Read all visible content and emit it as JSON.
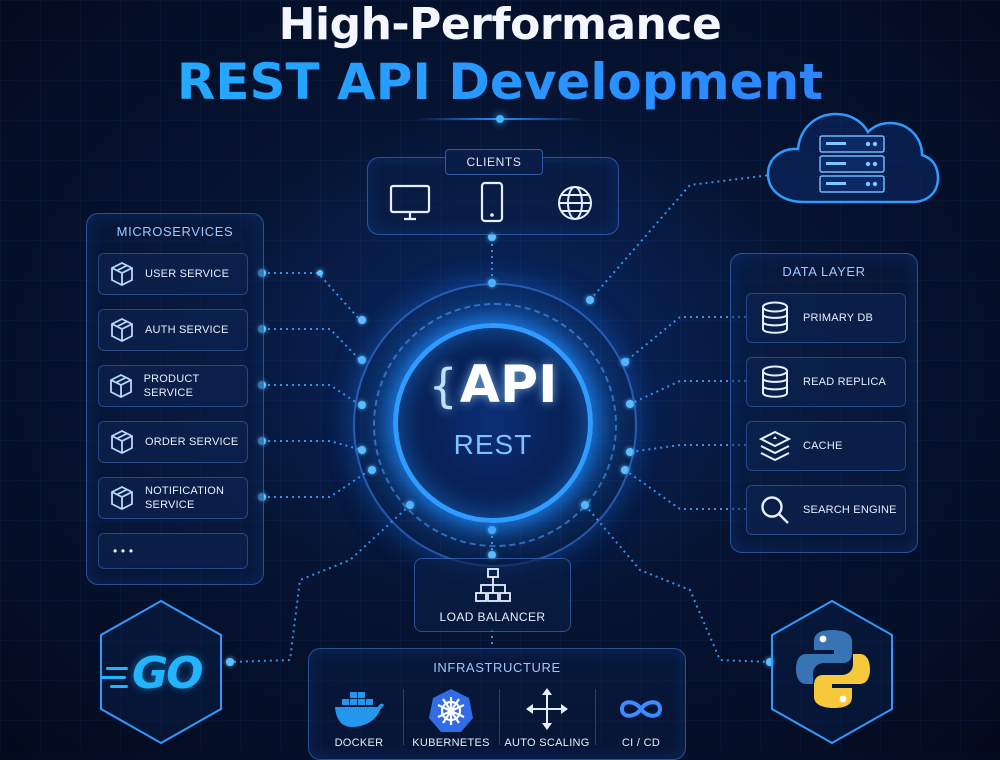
{
  "header": {
    "title_line1": "High-Performance",
    "title_line2": "REST API Development"
  },
  "clients": {
    "title": "CLIENTS",
    "icons": [
      "desktop-icon",
      "smartphone-icon",
      "globe-icon"
    ]
  },
  "microservices": {
    "title": "MICROSERVICES",
    "items": [
      {
        "label": "USER SERVICE",
        "icon": "cube-icon"
      },
      {
        "label": "AUTH SERVICE",
        "icon": "cube-icon"
      },
      {
        "label": "PRODUCT SERVICE",
        "icon": "cube-icon"
      },
      {
        "label": "ORDER SERVICE",
        "icon": "cube-icon"
      },
      {
        "label": "NOTIFICATION",
        "label2": "SERVICE",
        "icon": "cube-icon"
      },
      {
        "label": "• • •",
        "icon": ""
      }
    ]
  },
  "data_layer": {
    "title": "DATA LAYER",
    "items": [
      {
        "label": "PRIMARY DB",
        "icon": "database-icon"
      },
      {
        "label": "READ REPLICA",
        "icon": "database-icon"
      },
      {
        "label": "CACHE",
        "icon": "layers-icon"
      },
      {
        "label": "SEARCH ENGINE",
        "icon": "search-icon"
      }
    ]
  },
  "core": {
    "brace": "{",
    "api": "API",
    "rest": "REST"
  },
  "load_balancer": {
    "label": "LOAD BALANCER",
    "icon": "hierarchy-icon"
  },
  "infrastructure": {
    "title": "INFRASTRUCTURE",
    "items": [
      {
        "label": "DOCKER",
        "icon": "docker-icon"
      },
      {
        "label": "KUBERNETES",
        "icon": "kubernetes-icon"
      },
      {
        "label": "AUTO SCALING",
        "icon": "arrows-expand-icon"
      },
      {
        "label": "CI / CD",
        "icon": "infinity-icon"
      }
    ]
  },
  "badges": {
    "go": "GO",
    "python_icon": "python-logo-icon",
    "cloud_icon": "cloud-server-icon"
  },
  "colors": {
    "accent": "#2f9bff",
    "accent_light": "#47b4ff",
    "background": "#061433",
    "python_blue": "#3873b3",
    "python_yellow": "#f5c93b",
    "kubernetes": "#326ce5",
    "docker": "#2496ed"
  }
}
